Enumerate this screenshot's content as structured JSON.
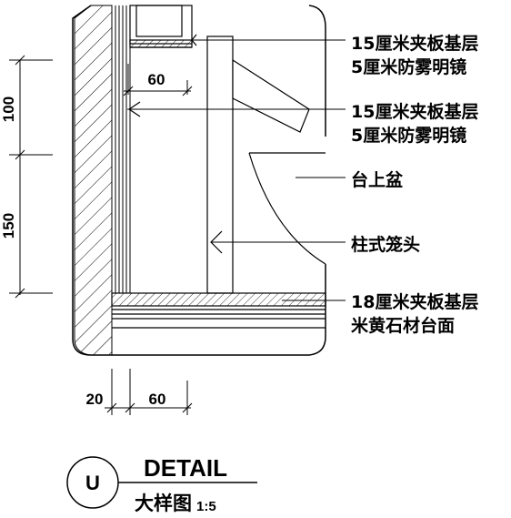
{
  "annotations": {
    "mirror_base_1": "15厘米夹板基层",
    "mirror_face_1": "5厘米防雾明镜",
    "mirror_base_2": "15厘米夹板基层",
    "mirror_face_2": "5厘米防雾明镜",
    "basin": "台上盆",
    "faucet": "柱式笼头",
    "counter_base": "18厘米夹板基层",
    "counter_top": "米黄石材台面"
  },
  "dimensions": {
    "v_upper": "100",
    "v_lower": "150",
    "top_60": "60",
    "bottom_20": "20",
    "bottom_60": "60"
  },
  "title_block": {
    "symbol": "U",
    "title": "DETAIL",
    "subtitle": "大样图",
    "scale": "1:5"
  }
}
